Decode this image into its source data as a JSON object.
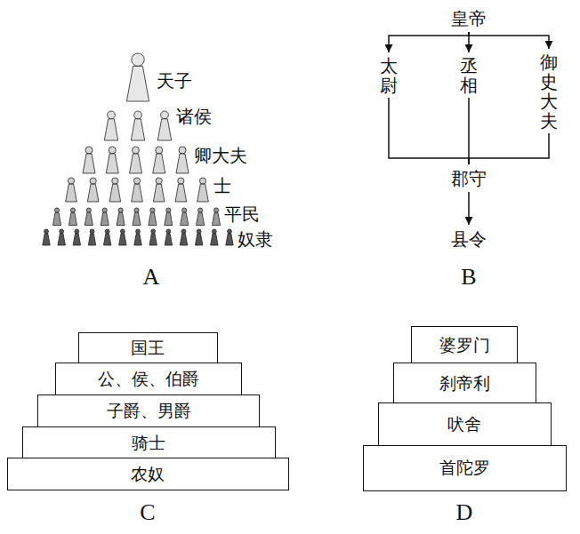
{
  "diagram": {
    "nodes": [
      {
        "text": [
          "皇帝"
        ]
      },
      {
        "text": [
          "太尉"
        ]
      },
      {
        "text": [
          "丞相"
        ]
      },
      {
        "text": [
          "御史大夫"
        ]
      },
      {
        "text": [
          "郡守"
        ]
      },
      {
        "text": [
          "县令"
        ]
      },
      {
        "text": [
          "国王"
        ]
      },
      {
        "text": [
          "公、侯、伯爵"
        ]
      },
      {
        "text": [
          "子爵、男爵"
        ]
      },
      {
        "text": [
          "骑士"
        ]
      },
      {
        "text": [
          "农奴"
        ]
      },
      {
        "text": [
          "婆罗门"
        ]
      },
      {
        "text": [
          "刹帝利"
        ]
      },
      {
        "text": [
          "吠舍"
        ]
      },
      {
        "text": [
          "首陀罗"
        ]
      }
    ],
    "edges": [
      {
        "from": 0,
        "to": 1,
        "arrow": "to"
      },
      {
        "from": 0,
        "to": 2,
        "arrow": "to"
      },
      {
        "from": 0,
        "to": 3,
        "arrow": "to"
      },
      {
        "from": 1,
        "to": 4,
        "arrow": "none"
      },
      {
        "from": 2,
        "to": 4,
        "arrow": "none"
      },
      {
        "from": 3,
        "to": 4,
        "arrow": "none"
      },
      {
        "from": 4,
        "to": 5,
        "arrow": "to"
      }
    ],
    "labels": [
      "天子",
      "诸侯",
      "卿大夫",
      "士",
      "平民",
      "奴隶",
      "A",
      "B",
      "C",
      "D"
    ]
  }
}
